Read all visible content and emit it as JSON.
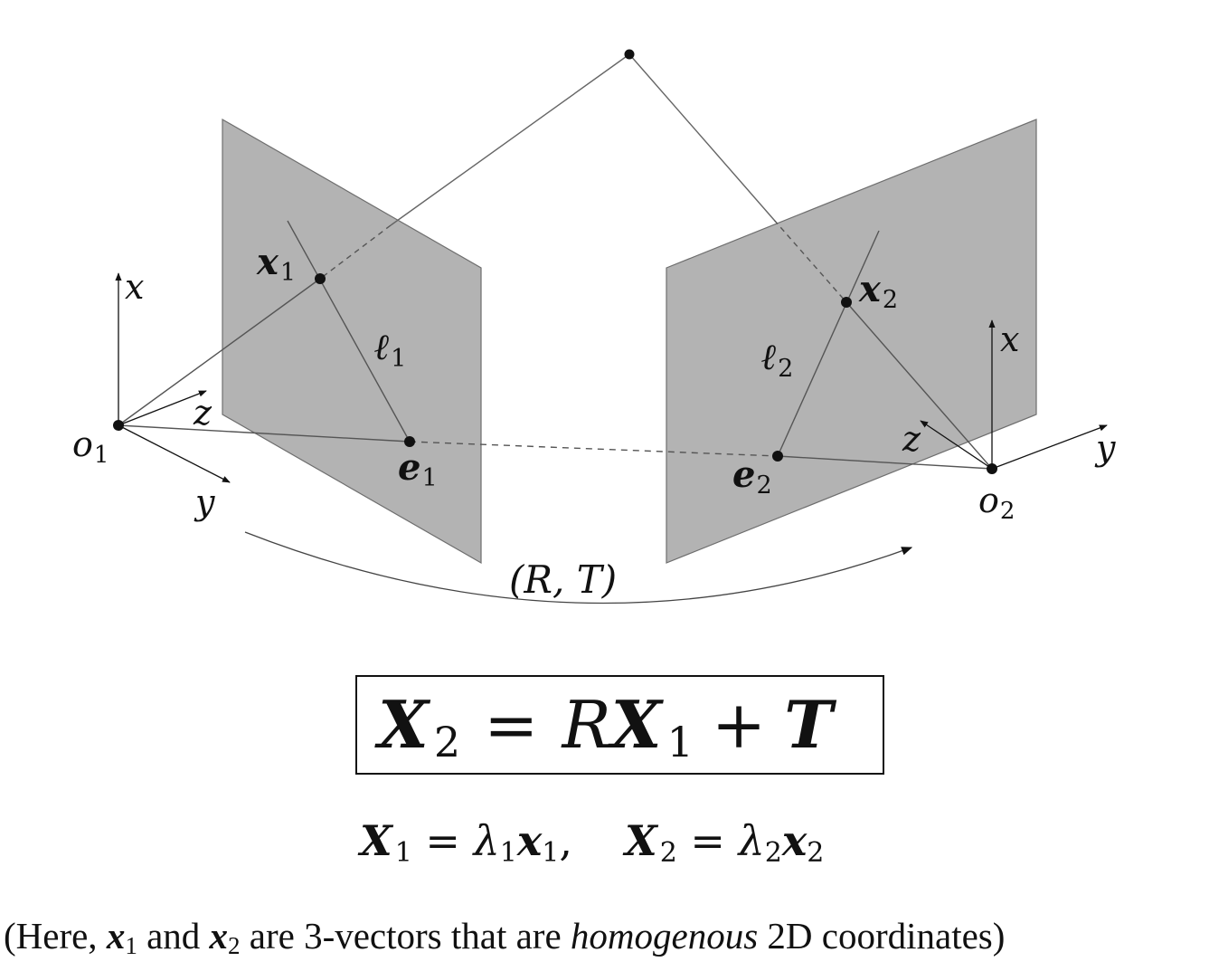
{
  "diagram": {
    "point_label_x1": "x",
    "point_label_x1_sub": "1",
    "point_label_x2": "x",
    "point_label_x2_sub": "2",
    "line_label_l1": "ℓ",
    "line_label_l1_sub": "1",
    "line_label_l2": "ℓ",
    "line_label_l2_sub": "2",
    "epipole_e1": "e",
    "epipole_e1_sub": "1",
    "epipole_e2": "e",
    "epipole_e2_sub": "2",
    "origin_o1": "o",
    "origin_o1_sub": "1",
    "origin_o2": "o",
    "origin_o2_sub": "2",
    "axis_x": "x",
    "axis_y": "y",
    "axis_z": "z",
    "transform_label": "(R, T)"
  },
  "equations": {
    "boxed": {
      "lhs": "X",
      "lhs_sub": "2",
      "equals": "=",
      "r": "R",
      "x": "X",
      "x_sub": "1",
      "plus": "+",
      "t": "T"
    },
    "line2": {
      "a": "X",
      "a_sub": "1",
      "a_eq": " = ",
      "a_lambda": "λ",
      "a_lambda_sub": "1",
      "a_x": "x",
      "a_x_sub": "1",
      "sep": ",",
      "b": "X",
      "b_sub": "2",
      "b_eq": " = ",
      "b_lambda": "λ",
      "b_lambda_sub": "2",
      "b_x": "x",
      "b_x_sub": "2"
    }
  },
  "caption": {
    "open": "(Here, ",
    "x1": "x",
    "x1_sub": "1",
    "and": " and ",
    "x2": "x",
    "x2_sub": "2",
    "mid": " are 3-vectors that are ",
    "em": "homogenous",
    "end": " 2D coordinates)"
  },
  "colors": {
    "plane_fill": "#b3b3b3",
    "plane_stroke": "#6e6e6e",
    "line": "#666666",
    "ink": "#111111"
  }
}
